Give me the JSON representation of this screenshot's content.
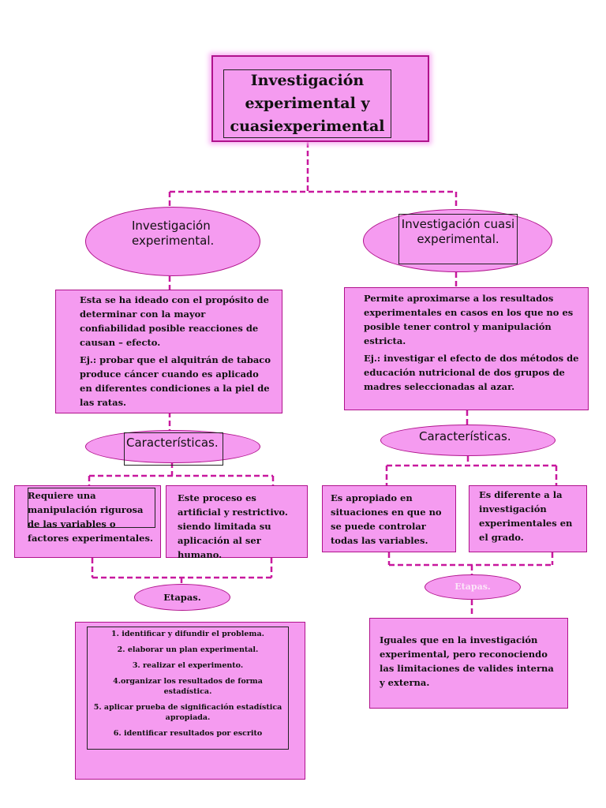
{
  "title": "Investigación experimental y cuasiexperimental",
  "left": {
    "heading": "Investigación experimental.",
    "description": "Esta se ha ideado con el propósito de determinar con la mayor confiabilidad posible reacciones de causan – efecto.",
    "example": "Ej.: probar que el alquitrán de tabaco produce cáncer cuando es aplicado en diferentes condiciones a la piel de las ratas.",
    "characteristics_label": "Características.",
    "characteristics": [
      "Requiere una manipulación rigurosa de las variables o factores experimentales.",
      "Este proceso es artificial y restrictivo. siendo limitada su aplicación al ser humano."
    ],
    "stages_label": "Etapas.",
    "stages": [
      "1. identificar y difundir el problema.",
      "2. elaborar un plan experimental.",
      "3. realizar el experimento.",
      "4.organizar los resultados de forma estadística.",
      "5. aplicar prueba de significación estadística apropiada.",
      "6. identificar resultados por escrito"
    ]
  },
  "right": {
    "heading": "Investigación cuasiexperimental.",
    "description": "Permite aproximarse a los resultados experimentales en casos en los que no es posible tener control y manipulación estricta.",
    "example": "Ej.: investigar el efecto de dos métodos de educación nutricional de dos grupos de madres seleccionadas al azar.",
    "characteristics_label": "Características.",
    "characteristics": [
      "Es apropiado en situaciones en que no se puede controlar todas las variables.",
      "Es diferente a la investigación experimentales en el grado."
    ],
    "stages_label": "Etapas.",
    "stages_text": "Iguales que en la investigación experimental, pero reconociendo las limitaciones de valides interna y externa."
  },
  "colors": {
    "fill": "#f59bf0",
    "stroke": "#b0128c",
    "connector": "#c8189e"
  }
}
